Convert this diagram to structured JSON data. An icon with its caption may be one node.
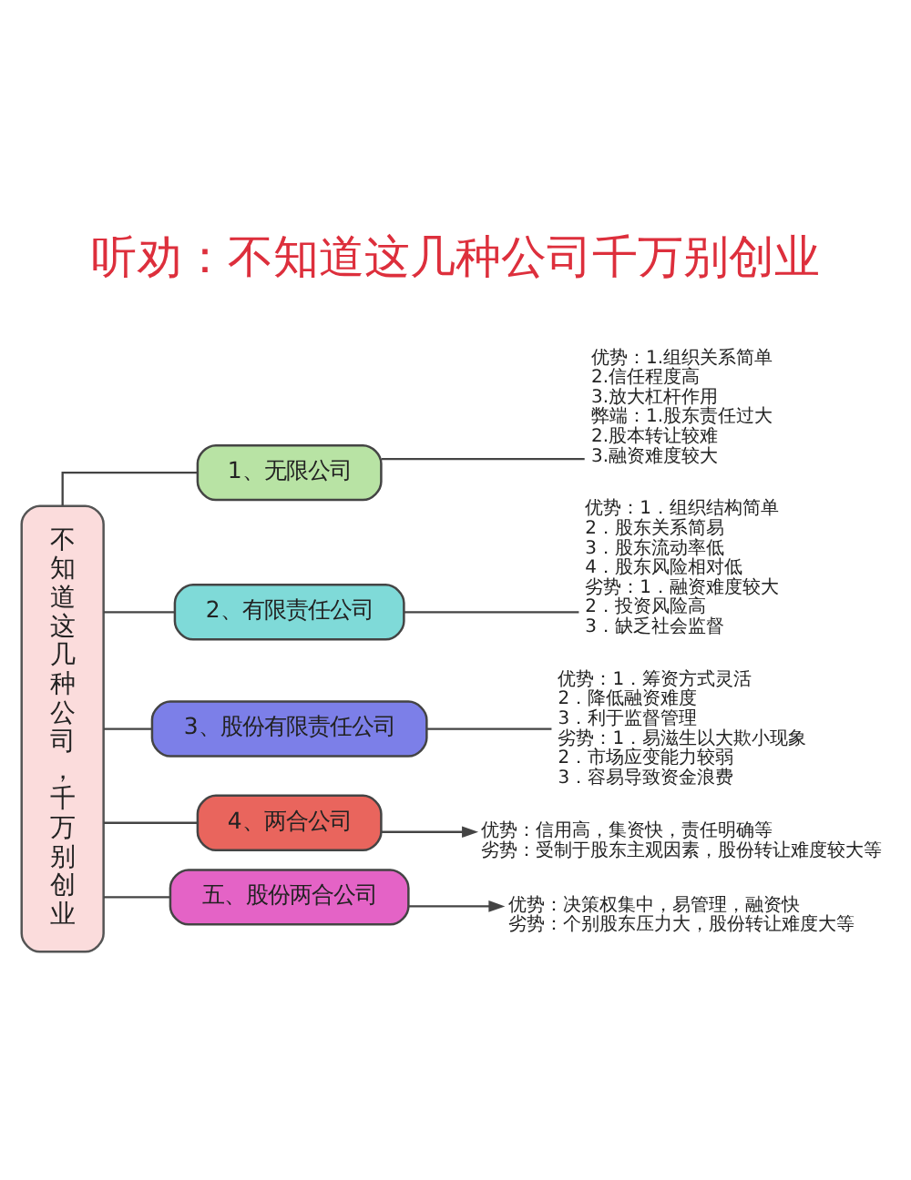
{
  "diagram": {
    "title": "听劝：不知道这几种公司千万别创业",
    "nodes": [
      {
        "text": [
          "不知道这几种公司，千万别创业"
        ]
      },
      {
        "text": [
          "1、无限公司"
        ]
      },
      {
        "text": [
          "优势：1.组织关系简单",
          "2.信任程度高",
          "3.放大杠杆作用",
          "弊端：1.股东责任过大",
          "2.股本转让较难",
          "3.融资难度较大"
        ]
      },
      {
        "text": [
          "2、有限责任公司"
        ]
      },
      {
        "text": [
          "优势：1．组织结构简单",
          "2．股东关系简易",
          "3．股东流动率低",
          "4．股东风险相对低",
          "劣势：1．融资难度较大",
          "2．投资风险高",
          "3．缺乏社会监督"
        ]
      },
      {
        "text": [
          "3、股份有限责任公司"
        ]
      },
      {
        "text": [
          "优势：1．筹资方式灵活",
          "2．降低融资难度",
          "3．利于监督管理",
          "劣势：1．易滋生以大欺小现象",
          "2．市场应变能力较弱",
          "3．容易导致资金浪费"
        ]
      },
      {
        "text": [
          "4、两合公司"
        ]
      },
      {
        "text": [
          "优势：信用高，集资快，责任明确等",
          "劣势：受制于股东主观因素，股份转让难度较大等"
        ]
      },
      {
        "text": [
          "五、股份两合公司"
        ]
      },
      {
        "text": [
          "优势：决策权集中，易管理，融资快",
          "劣势：个别股东压力大，股份转让难度大等"
        ]
      }
    ],
    "edges": [
      {
        "from": 0,
        "to": 1,
        "arrow": "none"
      },
      {
        "from": 0,
        "to": 3,
        "arrow": "none"
      },
      {
        "from": 0,
        "to": 5,
        "arrow": "none"
      },
      {
        "from": 0,
        "to": 7,
        "arrow": "none"
      },
      {
        "from": 0,
        "to": 9,
        "arrow": "none"
      },
      {
        "from": 1,
        "to": 2,
        "arrow": "none"
      },
      {
        "from": 3,
        "to": 4,
        "arrow": "none"
      },
      {
        "from": 5,
        "to": 6,
        "arrow": "none"
      },
      {
        "from": 7,
        "to": 8,
        "arrow": "to"
      },
      {
        "from": 9,
        "to": 10,
        "arrow": "to"
      }
    ]
  }
}
